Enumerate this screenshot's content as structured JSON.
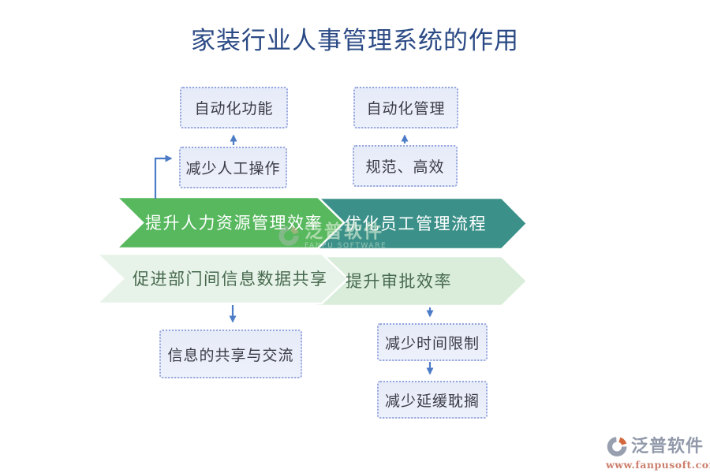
{
  "title": "家装行业人事管理系统的作用",
  "diagram": {
    "left": {
      "banner": "提升人力资源管理效率",
      "banner_sub": "促进部门间信息数据共享",
      "boxes": {
        "top": "自动化功能",
        "mid": "减少人工操作",
        "bottom": "信息的共享与交流"
      }
    },
    "right": {
      "banner": "优化员工管理流程",
      "banner_sub": "提升审批效率",
      "boxes": {
        "top": "自动化管理",
        "mid": "规范、高效",
        "bottom1": "减少时间限制",
        "bottom2": "减少延缓耽搁"
      }
    }
  },
  "watermark": {
    "brand": "泛普软件",
    "brand_en": "FANPU SOFTWARE",
    "site": "www.fanpusoft.com"
  },
  "colors": {
    "title": "#2b4a85",
    "banner_green": "#57b85e",
    "banner_teal": "#3b9189",
    "banner_light_mint": "#e7f3e8",
    "banner_light_green": "#d9edda",
    "banner_dark_text": "#47694f",
    "arrow_blue": "#4d7cc7",
    "box_border": "#96a5de",
    "box_fill": "#e9edf8",
    "logo_gray": "#98a0b0",
    "logo_orange": "#d2693f",
    "url_salmon": "#cc7e6c"
  }
}
